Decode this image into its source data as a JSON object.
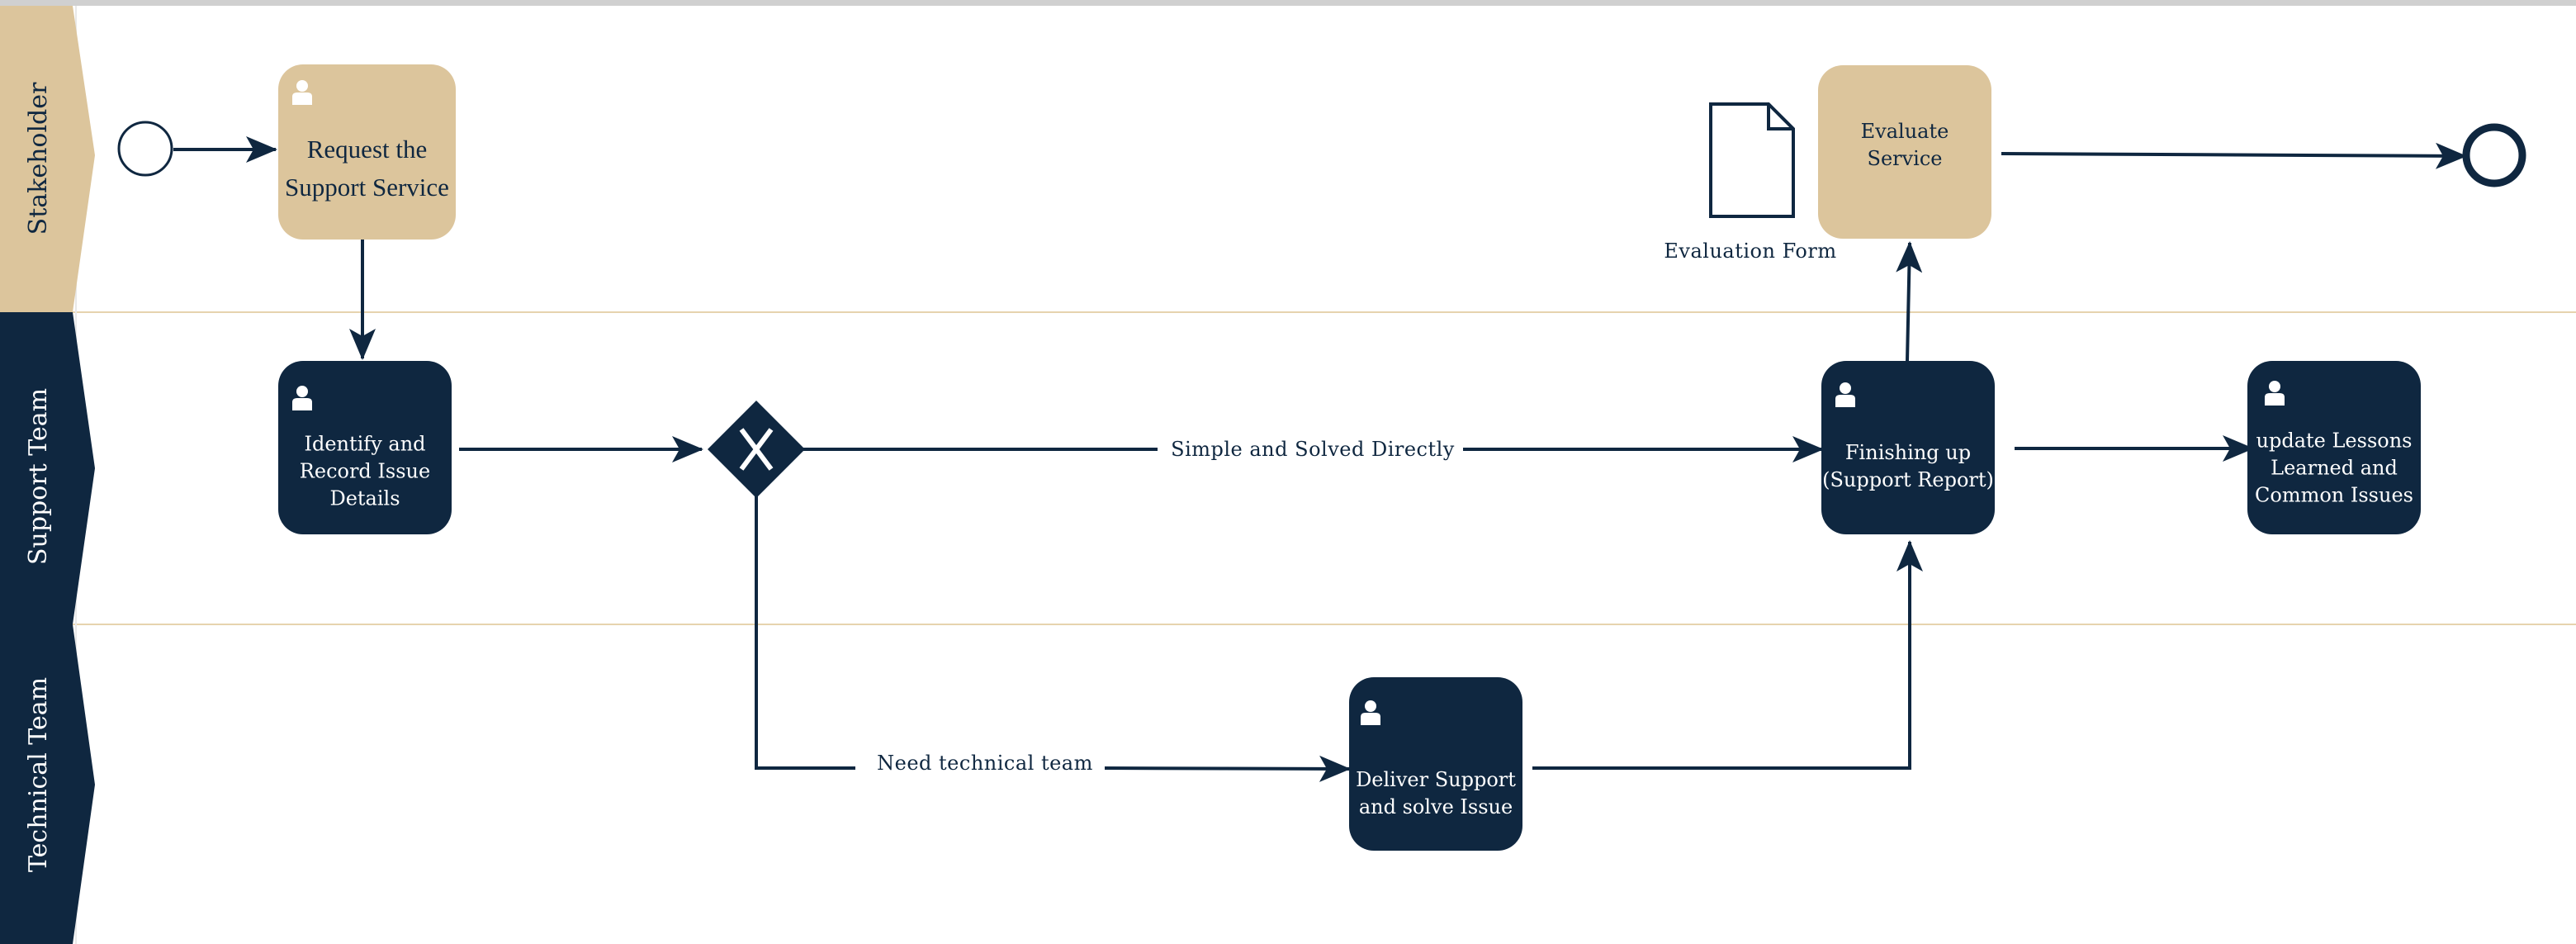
{
  "colors": {
    "navy": "#0f2740",
    "tan": "#dcc59c",
    "lane_line": "#e6d3ae",
    "top_bar": "#d0d0d0"
  },
  "lanes": [
    {
      "id": "stakeholder",
      "label": "Stakeholder",
      "style": "tan"
    },
    {
      "id": "support",
      "label": "Support Team",
      "style": "navy"
    },
    {
      "id": "technical",
      "label": "Technical Team",
      "style": "navy"
    }
  ],
  "tasks": {
    "request": {
      "lines": [
        "Request the",
        "Support Service"
      ]
    },
    "identify": {
      "lines": [
        "Identify and",
        "Record Issue",
        "Details"
      ]
    },
    "evaluate": {
      "lines": [
        "Evaluate",
        "Service"
      ]
    },
    "finishing": {
      "lines": [
        "Finishing up",
        "(Support Report)"
      ]
    },
    "lessons": {
      "lines": [
        "update Lessons",
        "Learned and",
        "Common Issues"
      ]
    },
    "deliver": {
      "lines": [
        "Deliver Support",
        "and solve Issue"
      ]
    }
  },
  "gateway": {
    "symbol": "X"
  },
  "document": {
    "label": "Evaluation Form"
  },
  "edges": {
    "simple": "Simple and Solved Directly",
    "technical": "Need technical team"
  },
  "icons": {
    "task": "user-icon",
    "document": "document-icon",
    "gateway": "exclusive-gateway-icon"
  }
}
